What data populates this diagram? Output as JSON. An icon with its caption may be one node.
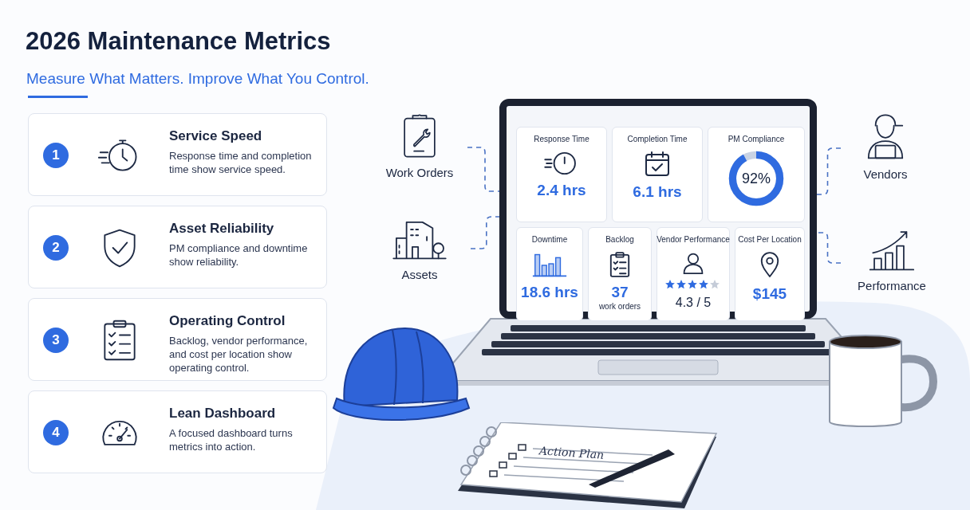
{
  "diagram": {
    "title": "2026 Maintenance Metrics",
    "nodes": [
      {
        "text": [
          "1",
          "Service Speed",
          "Response time and completion time show service speed."
        ]
      },
      {
        "text": [
          "2",
          "Asset Reliability",
          "PM compliance and downtime show reliability."
        ]
      },
      {
        "text": [
          "3",
          "Operating Control",
          "Backlog, vendor performance, and cost per location show operating control."
        ]
      },
      {
        "text": [
          "4",
          "Lean Dashboard",
          "A focused dashboard turns metrics into action."
        ]
      },
      {
        "text": [
          "Work Orders"
        ]
      },
      {
        "text": [
          "Assets"
        ]
      },
      {
        "text": [],
        "shape": "picture"
      },
      {
        "text": [
          "Response Time",
          "2.4 hrs"
        ],
        "in": 6
      },
      {
        "text": [
          "Completion Time",
          "6.1 hrs"
        ],
        "in": 6
      },
      {
        "text": [
          "PM Compliance",
          "92%"
        ],
        "in": 6
      },
      {
        "text": [
          "Downtime",
          "18.6 hrs"
        ],
        "in": 6
      },
      {
        "text": [
          "Backlog",
          "37",
          "work orders"
        ],
        "in": 6
      },
      {
        "text": [
          "Vendor Performance",
          "4.3 / 5"
        ],
        "in": 6
      },
      {
        "text": [
          "Cost Per Location",
          "$145"
        ],
        "in": 6
      },
      {
        "text": [
          "Vendors"
        ]
      },
      {
        "text": [
          "Performance"
        ]
      }
    ],
    "edges": [
      {
        "from": 4,
        "to": 6,
        "arrow": "none",
        "style": "dashed"
      },
      {
        "from": 5,
        "to": 6,
        "arrow": "none",
        "style": "dashed"
      },
      {
        "from": 14,
        "to": 6,
        "arrow": "none",
        "style": "dashed"
      },
      {
        "from": 15,
        "to": 6,
        "arrow": "none",
        "style": "dashed"
      }
    ],
    "labels": [
      "Measure What Matters. Improve What You Control.",
      "Action Plan"
    ]
  }
}
